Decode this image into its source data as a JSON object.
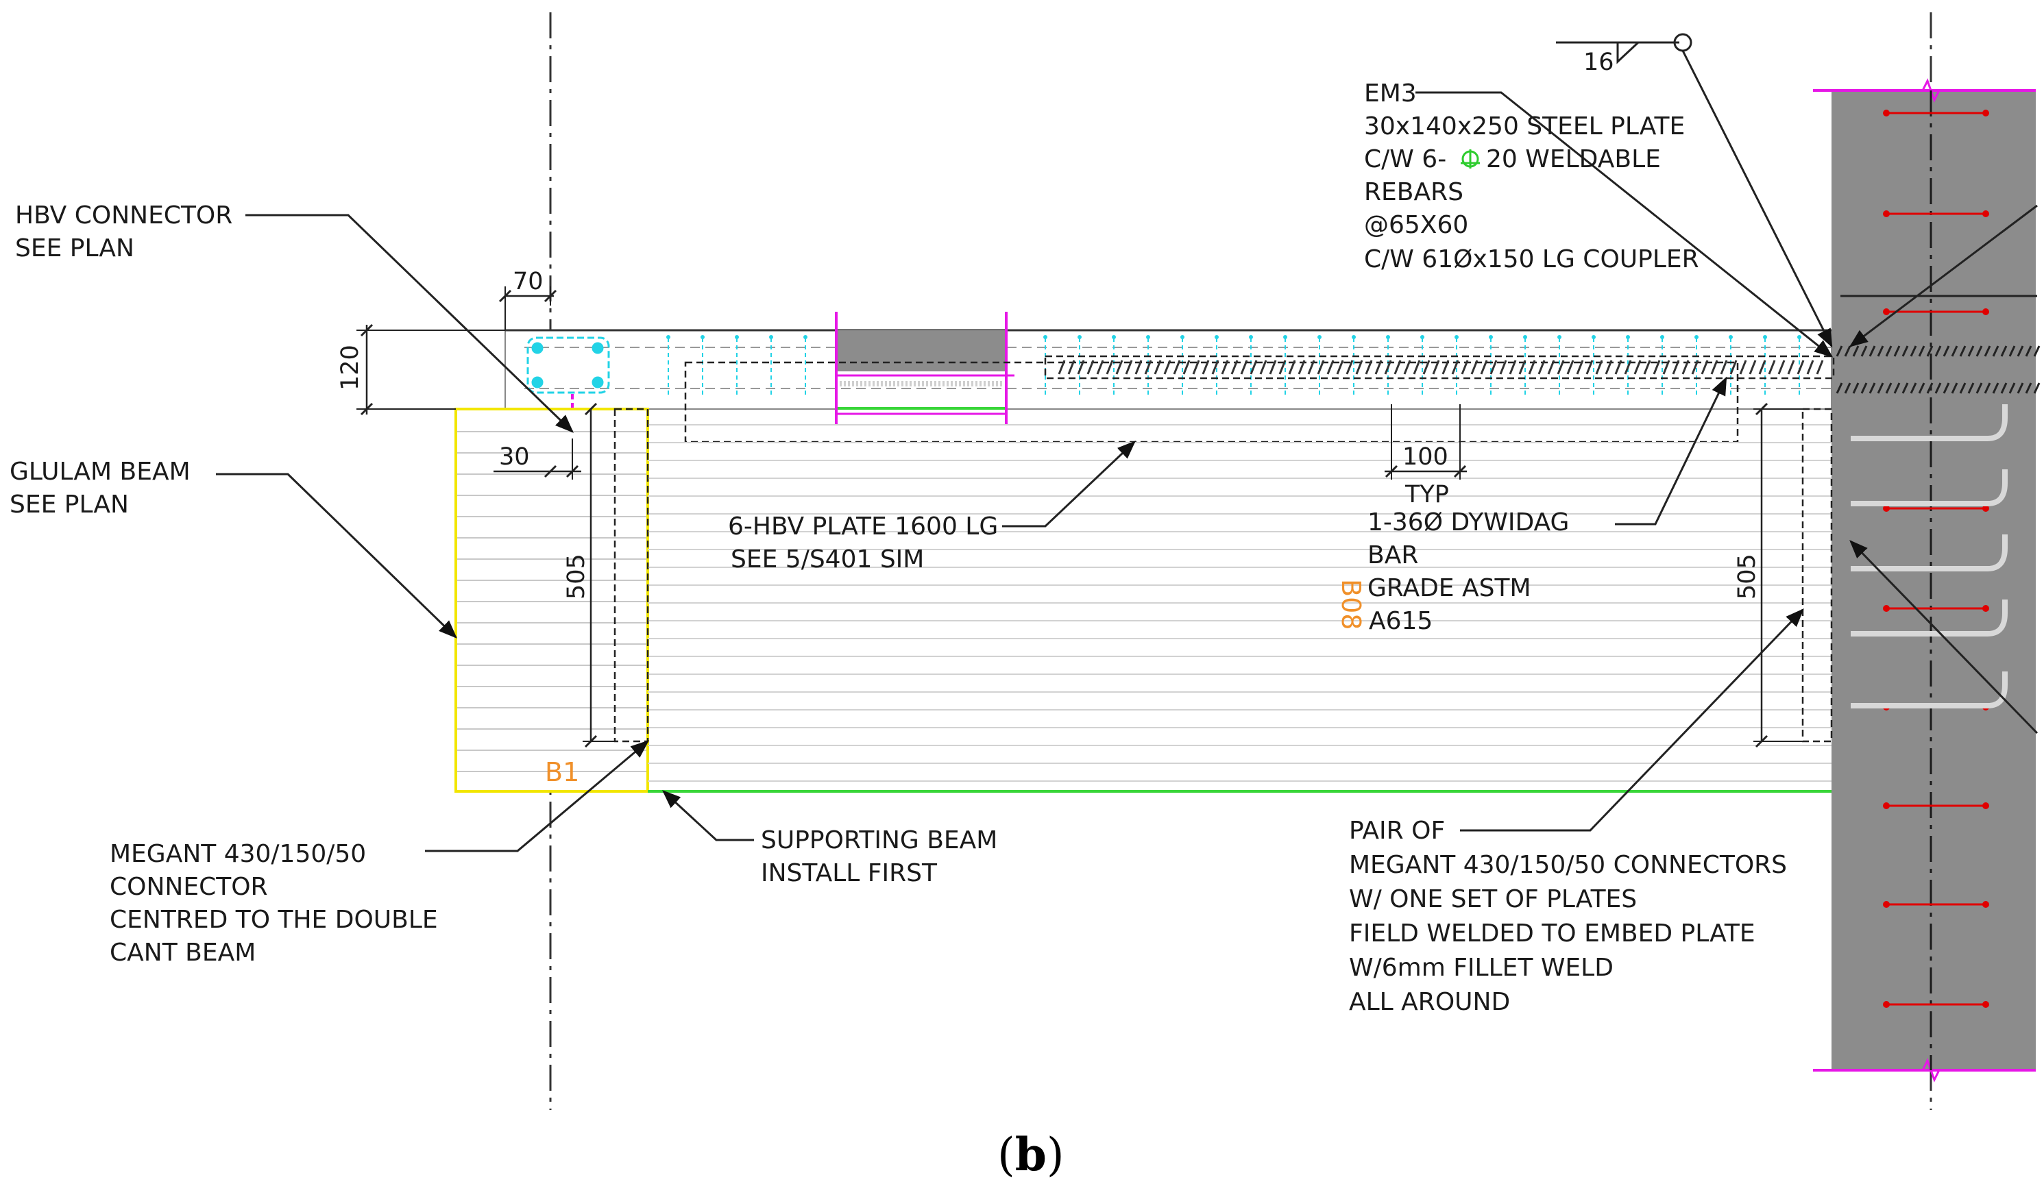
{
  "caption": {
    "open": "(",
    "letter": "b",
    "close": ")"
  },
  "weld_symbol": {
    "size": "16"
  },
  "dimensions": {
    "top_70": "70",
    "left_120": "120",
    "left_30": "30",
    "left_505": "505",
    "right_505": "505",
    "spacing_100": "100",
    "spacing_typ": "TYP"
  },
  "tags": {
    "b1": "B1",
    "b08": "B08"
  },
  "labels": {
    "hbv_connector": [
      "HBV CONNECTOR",
      "SEE PLAN"
    ],
    "glulam_beam": [
      "GLULAM BEAM",
      "SEE PLAN"
    ],
    "em3": [
      "EM3",
      "30x140x250 STEEL PLATE",
      "C/W 6-",
      "20 WELDABLE",
      "REBARS",
      "@65X60",
      "C/W 61Øx150 LG COUPLER"
    ],
    "hbv_plate": [
      "6-HBV PLATE 1600 LG",
      "SEE 5/S401 SIM"
    ],
    "dywidag": [
      "1-36Ø DYWIDAG",
      "BAR",
      "GRADE ASTM",
      "A615"
    ],
    "megant_left": [
      "MEGANT 430/150/50",
      "CONNECTOR",
      "CENTRED TO THE DOUBLE",
      "CANT BEAM"
    ],
    "supporting_beam": [
      "SUPPORTING BEAM",
      "INSTALL FIRST"
    ],
    "pair_of": [
      "PAIR OF",
      "MEGANT 430/150/50 CONNECTORS",
      "W/ ONE SET OF PLATES",
      "FIELD WELDED TO EMBED PLATE",
      "W/6mm FILLET WELD",
      "ALL AROUND"
    ]
  },
  "colors": {
    "concrete": "#8c8c8c",
    "glulam_outline": "#f2e600",
    "supporting_beam_line": "#39d639",
    "hbv_marks": "#22d3e6",
    "magenta": "#e617e6",
    "rebar_red": "#e00000",
    "tag_orange": "#f0902a",
    "rebar_symbol_green": "#2ecc2e"
  }
}
